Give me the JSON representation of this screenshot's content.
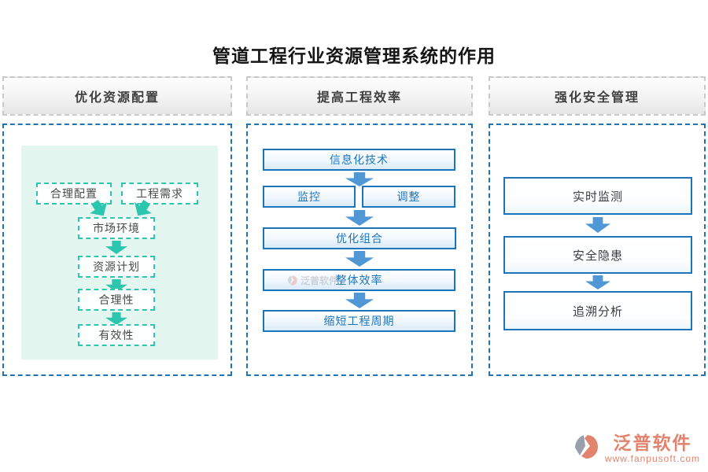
{
  "title": "管道工程行业资源管理系统的作用",
  "columns": [
    {
      "header": "优化资源配置",
      "nodes": [
        "合理配置",
        "工程需求",
        "市场环境",
        "资源计划",
        "合理性",
        "有效性"
      ]
    },
    {
      "header": "提高工程效率",
      "nodes": [
        "信息化技术",
        "监控",
        "调整",
        "优化组合",
        "整体效率",
        "缩短工程周期"
      ]
    },
    {
      "header": "强化安全管理",
      "nodes": [
        "实时监测",
        "安全隐患",
        "追溯分析"
      ]
    }
  ],
  "watermark_text": "泛普软件",
  "brand": {
    "name": "泛普软件",
    "url": "www.fanpusoft.com"
  },
  "colors": {
    "panel_border_blue": "#2173b4",
    "header_border_gray": "#c9c9c9",
    "teal": "#2cc5ae",
    "mint_background": "#e4f6f0",
    "node_blue": "#1c75bb",
    "arrow_blue": "#4f97d5",
    "brand_salmon": "#e2836e"
  }
}
